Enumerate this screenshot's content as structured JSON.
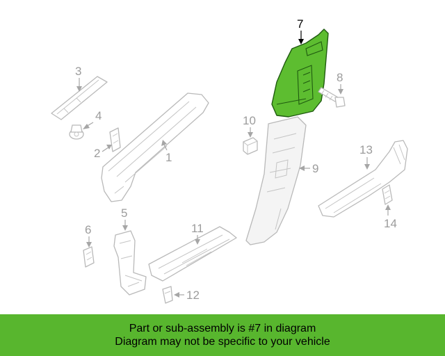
{
  "callouts": {
    "c1": "1",
    "c2": "2",
    "c3": "3",
    "c4": "4",
    "c5": "5",
    "c6": "6",
    "c7": "7",
    "c8": "8",
    "c9": "9",
    "c10": "10",
    "c11": "11",
    "c12": "12",
    "c13": "13",
    "c14": "14"
  },
  "highlighted_part": "7",
  "colors": {
    "highlight": "#5dbd30",
    "banner": "#58b62e",
    "part_outline": "#b9b9b9",
    "callout_text": "#9c9c9c"
  },
  "banner": {
    "line1": "Part or sub-assembly is #7 in diagram",
    "line2": "Diagram may not be specific to your vehicle"
  }
}
